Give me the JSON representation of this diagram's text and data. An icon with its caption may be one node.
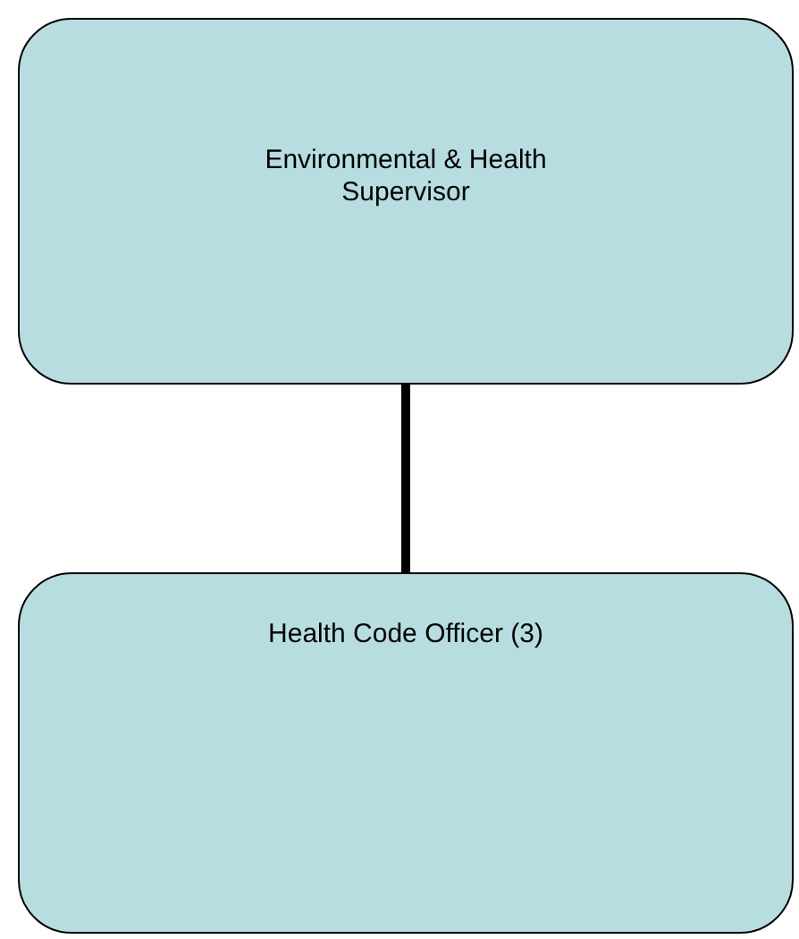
{
  "diagram": {
    "nodes": [
      {
        "text": [
          "Environmental & Health Supervisor"
        ]
      },
      {
        "text": [
          "Health Code Officer (3)"
        ]
      }
    ],
    "edges": [
      {
        "from": 0,
        "to": 1,
        "arrow": "none"
      }
    ]
  }
}
